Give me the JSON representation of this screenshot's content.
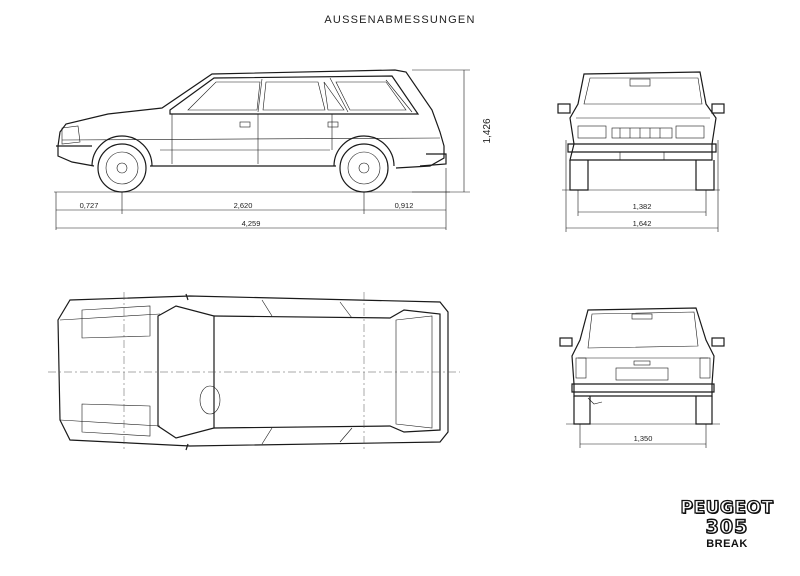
{
  "header": {
    "title": "AUSSENABMESSUNGEN"
  },
  "side_view": {
    "dims": {
      "front_overhang": "0,727",
      "wheelbase": "2,620",
      "rear_overhang": "0,912",
      "length": "4,259",
      "height": "1,426"
    }
  },
  "front_view": {
    "dims": {
      "track": "1,382",
      "width": "1,642"
    }
  },
  "rear_view": {
    "dims": {
      "track": "1,350"
    }
  },
  "branding": {
    "brand": "PEUGEOT",
    "model": "305",
    "variant": "BREAK"
  }
}
